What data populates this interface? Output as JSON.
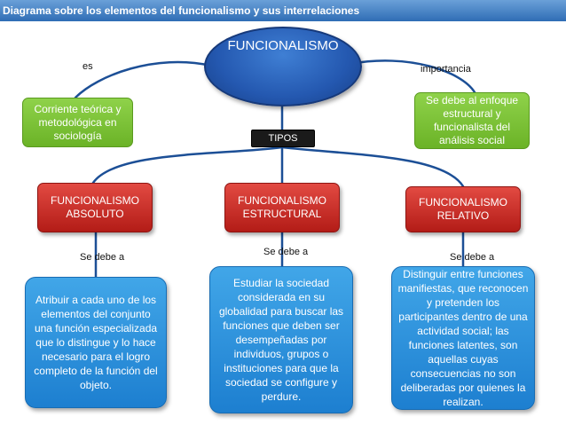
{
  "title": "Diagrama sobre los elementos del funcionalismo y sus interrelaciones",
  "center": "FUNCIONALISMO",
  "left_label": "es",
  "right_label": "importancia",
  "left_box": "Corriente teórica y metodológica en sociología",
  "right_box": "Se debe al enfoque estructural y funcionalista del análisis social",
  "types_label": "TIPOS",
  "types": [
    {
      "name": "FUNCIONALISMO ABSOLUTO",
      "link": "Se debe a",
      "description": "Atribuir a cada uno de los elementos del conjunto una función especializada que lo distingue y lo hace necesario para el logro completo de la función del objeto."
    },
    {
      "name": "FUNCIONALISMO ESTRUCTURAL",
      "link": "Se debe a",
      "description": "Estudiar la sociedad considerada en su globalidad para buscar las funciones que deben ser desempeñadas por individuos, grupos o instituciones para que la sociedad se configure y perdure."
    },
    {
      "name": "FUNCIONALISMO RELATIVO",
      "link": "Se debe a",
      "description": "Distinguir entre funciones manifiestas, que reconocen y pretenden los participantes dentro de una actividad social; las funciones latentes, son aquellas cuyas consecuencias no son deliberadas por quienes la realizan."
    }
  ]
}
